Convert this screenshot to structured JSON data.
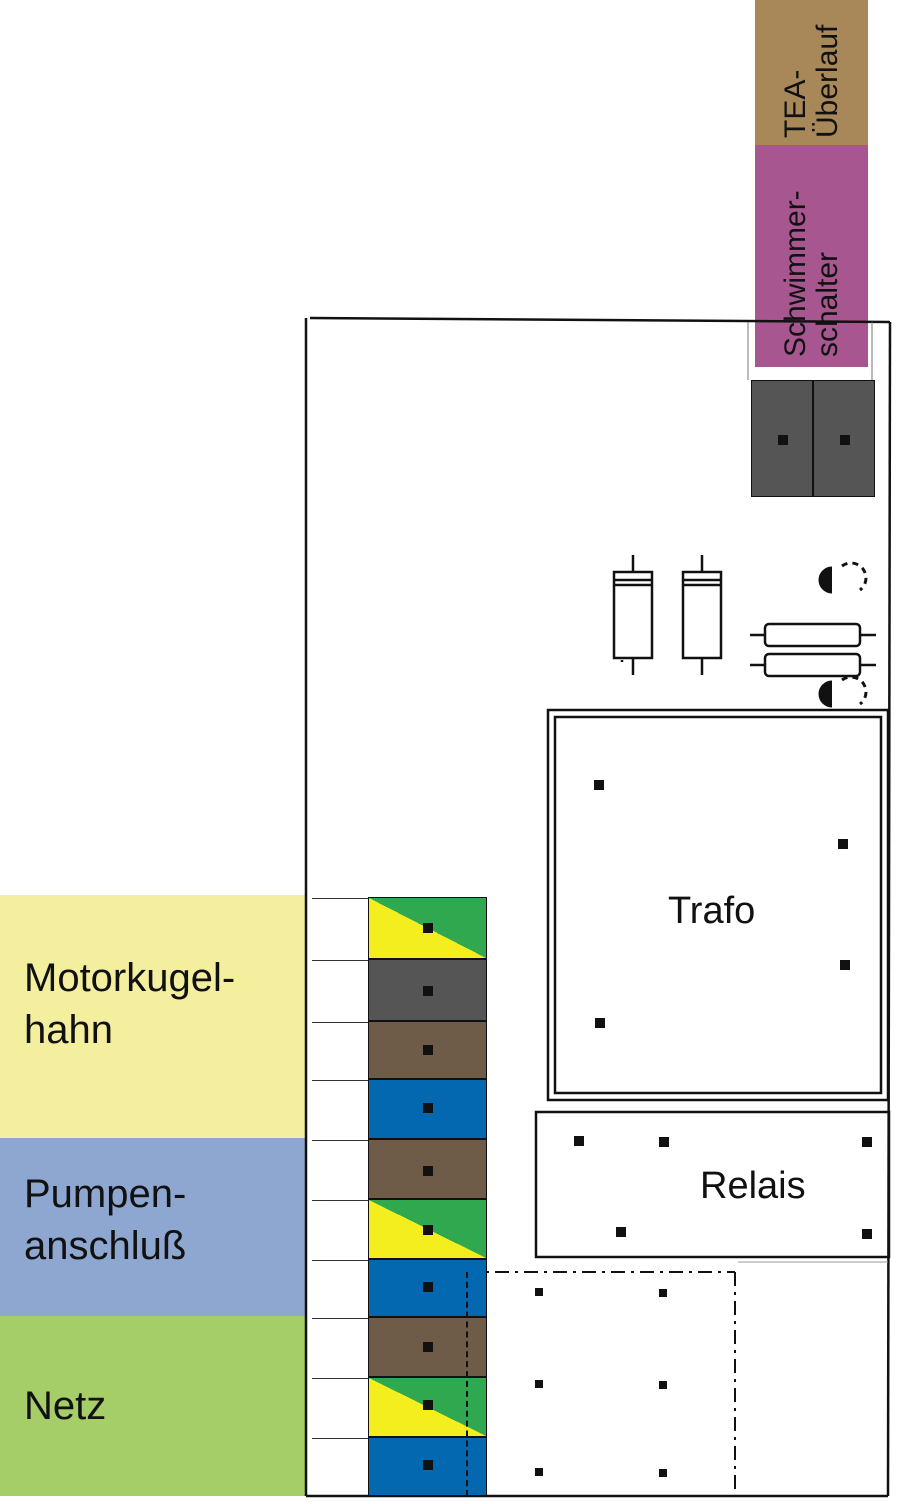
{
  "colors": {
    "yellow_bg": "#f3ef9f",
    "blue_bg": "#8ea7d1",
    "green_bg": "#a5cd68",
    "tea_bg": "#a88858",
    "float_bg": "#a8568f",
    "terminal_gray": "#555555",
    "terminal_brown": "#6e5c48",
    "terminal_blue": "#0468b0",
    "pe_green": "#2fa84f",
    "pe_yellow": "#f4ee1e"
  },
  "side_labels": {
    "motor": "Motorkugel-\nhahn",
    "pump": "Pumpen-\nanschluß",
    "mains": "Netz"
  },
  "top_labels": {
    "tea": "TEA-\nÜberlauf",
    "float_switch": "Schwimmer-\nschalter"
  },
  "components": {
    "transformer": "Trafo",
    "relay": "Relais"
  },
  "terminal_block": [
    {
      "group": "motor",
      "color": "pe"
    },
    {
      "group": "motor",
      "color": "gray"
    },
    {
      "group": "motor",
      "color": "brown"
    },
    {
      "group": "motor",
      "color": "blue"
    },
    {
      "group": "pump",
      "color": "brown"
    },
    {
      "group": "pump",
      "color": "pe"
    },
    {
      "group": "pump",
      "color": "blue"
    },
    {
      "group": "mains",
      "color": "brown"
    },
    {
      "group": "mains",
      "color": "pe"
    },
    {
      "group": "mains",
      "color": "blue"
    }
  ],
  "top_terminals": [
    {
      "for": "float_switch",
      "color": "gray"
    },
    {
      "for": "tea",
      "color": "gray"
    }
  ]
}
